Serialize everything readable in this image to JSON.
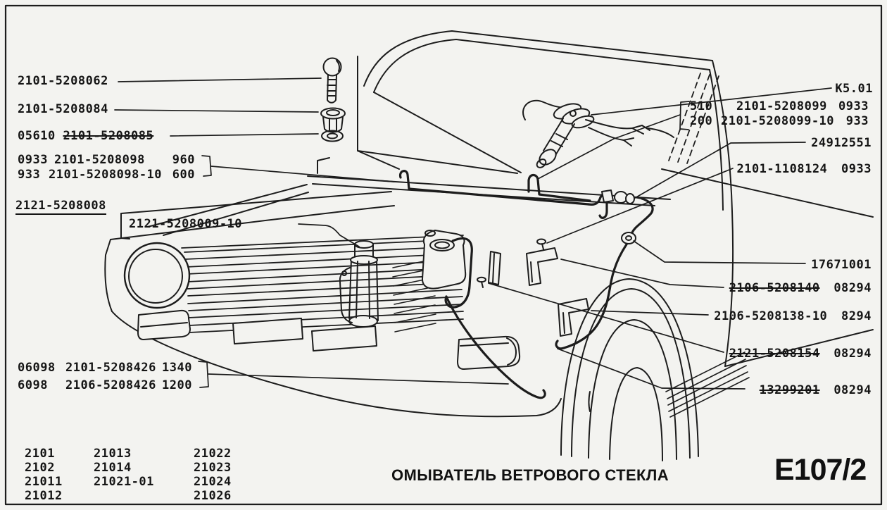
{
  "figure": {
    "title": "ОМЫВАТЕЛЬ ВЕТРОВОГО СТЕКЛА",
    "code": "E107/2"
  },
  "callouts": {
    "jet": "2101-5208062",
    "jet_grommet": "2101-5208084",
    "seal_prefix": "05610",
    "seal_number": "2101-5208085",
    "tube_group": {
      "rows": [
        {
          "qty": "0933",
          "number": "2101-5208098",
          "len": "960"
        },
        {
          "qty": "933",
          "number": "2101-5208098-10",
          "len": "600"
        }
      ]
    },
    "assembly": "2121-5208008",
    "pump": "2121-5208009-10",
    "kref": "K5.01",
    "jet_tube_group": {
      "rows": [
        {
          "qty": "510",
          "number": "2101-5208099",
          "code": "0933"
        },
        {
          "qty": "200",
          "number": "2101-5208099-10",
          "code": "933"
        }
      ]
    },
    "valve": "24912551",
    "bushing": {
      "number": "2101-1108124",
      "code": "0933"
    },
    "grommet": "17671001",
    "bracket1": {
      "number": "2106-5208140",
      "code": "08294"
    },
    "bracket2": {
      "number": "2106-5208138-10",
      "code": "8294"
    },
    "clip": {
      "number": "2121-5208154",
      "code": "08294"
    },
    "pin": {
      "number": "13299201",
      "code": "08294"
    },
    "hose_group": {
      "rows": [
        {
          "qty": "06098",
          "number": "2101-5208426",
          "len": "1340"
        },
        {
          "qty": "6098",
          "number": "2106-5208426",
          "len": "1200"
        }
      ]
    }
  },
  "models": {
    "col1": [
      "2101",
      "2102",
      "21011",
      "21012"
    ],
    "col2": [
      "21013",
      "21014",
      "21021-01"
    ],
    "col3": [
      "21022",
      "21023",
      "21024",
      "21026"
    ]
  }
}
